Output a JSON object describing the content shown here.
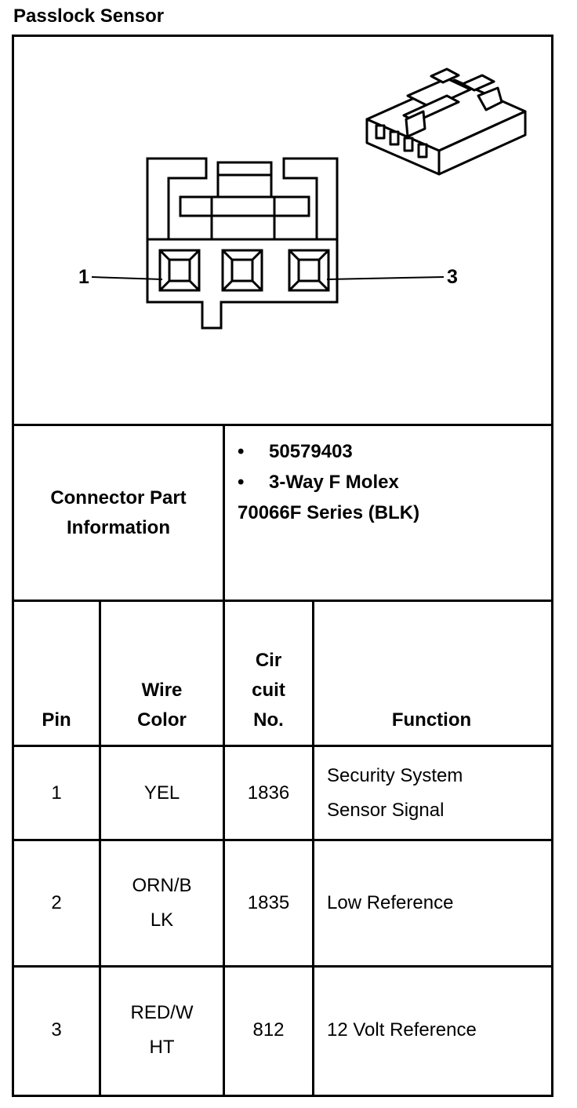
{
  "title": "Passlock Sensor",
  "diagram": {
    "pin_left_label": "1",
    "pin_right_label": "3"
  },
  "connector": {
    "label_line1": "Connector Part",
    "label_line2": "Information",
    "bullet_glyph": "•",
    "part_number": "50579403",
    "description_line1": "3-Way F Molex",
    "description_line2": "70066F Series (BLK)"
  },
  "table": {
    "headers": {
      "pin": "Pin",
      "wire_color": [
        "Wire",
        "Color"
      ],
      "circuit": [
        "Cir",
        "cuit",
        "No."
      ],
      "function": "Function"
    },
    "rows": [
      {
        "pin": "1",
        "wire_color": [
          "YEL"
        ],
        "circuit": "1836",
        "function": [
          "Security System",
          "Sensor Signal"
        ]
      },
      {
        "pin": "2",
        "wire_color": [
          "ORN/B",
          "LK"
        ],
        "circuit": "1835",
        "function": [
          "Low Reference"
        ]
      },
      {
        "pin": "3",
        "wire_color": [
          "RED/W",
          "HT"
        ],
        "circuit": "812",
        "function": [
          "12 Volt Reference"
        ]
      }
    ]
  }
}
